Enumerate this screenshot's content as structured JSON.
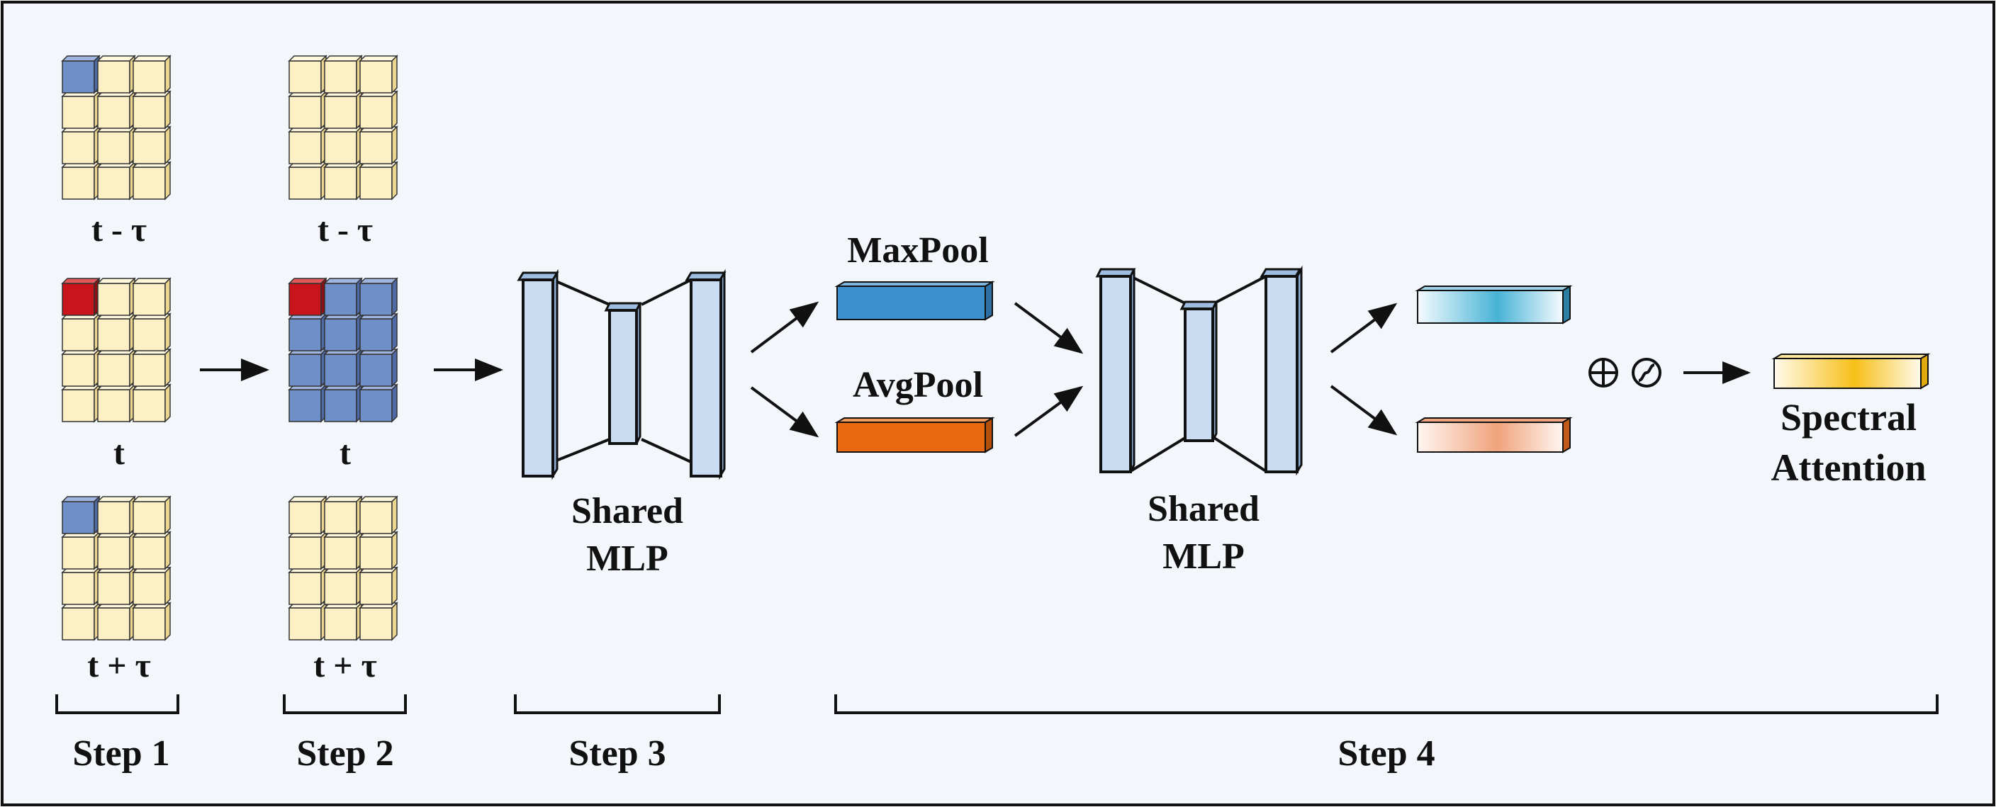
{
  "colors": {
    "background": "#f3f6fa",
    "border": "#111111",
    "cell_yellow": "#fdf0c4",
    "cell_blue": "#6f8fc9",
    "cell_red": "#c8141a",
    "mlp_fill": "#c9dcf2",
    "maxpool_bar": "#3d8fce",
    "avgpool_bar": "#e8690f",
    "blue_output": "#48b3d6",
    "orange_output": "#f0a37c",
    "spectral_attention": "#f7bf18"
  },
  "step1": {
    "grids": [
      {
        "label": "t - τ",
        "highlight": [
          {
            "row": 0,
            "col": 0,
            "color": "blue"
          }
        ]
      },
      {
        "label": "t",
        "highlight": [
          {
            "row": 0,
            "col": 0,
            "color": "red"
          }
        ]
      },
      {
        "label": "t + τ",
        "highlight": [
          {
            "row": 0,
            "col": 0,
            "color": "blue"
          }
        ]
      }
    ]
  },
  "step2": {
    "grids": [
      {
        "label": "t - τ",
        "highlight": []
      },
      {
        "label": "t",
        "highlight": "all-blue-first-red"
      },
      {
        "label": "t + τ",
        "highlight": []
      }
    ]
  },
  "mlp1": {
    "label_line1": "Shared",
    "label_line2": "MLP"
  },
  "mlp2": {
    "label_line1": "Shared",
    "label_line2": "MLP"
  },
  "pools": {
    "max_label": "MaxPool",
    "avg_label": "AvgPool"
  },
  "operators": {
    "add_symbol": "⊕",
    "sigmoid_symbol": "sigmoid-icon"
  },
  "output": {
    "label_line1": "Spectral",
    "label_line2": "Attention"
  },
  "steps": [
    {
      "label": "Step 1"
    },
    {
      "label": "Step 2"
    },
    {
      "label": "Step 3"
    },
    {
      "label": "Step 4"
    }
  ]
}
